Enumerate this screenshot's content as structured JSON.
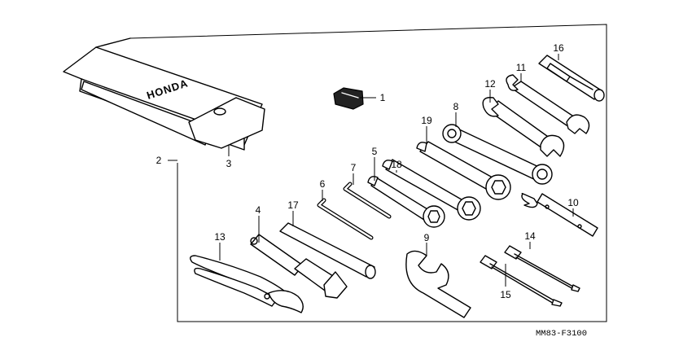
{
  "brand_text": "HONDA",
  "drawing_code": "MM83-F3100",
  "callouts": {
    "p1": "1",
    "p2": "2",
    "p3": "3",
    "p4": "4",
    "p5": "5",
    "p6": "6",
    "p7": "7",
    "p8": "8",
    "p9": "9",
    "p10": "10",
    "p11": "11",
    "p12": "12",
    "p13": "13",
    "p14": "14",
    "p15": "15",
    "p16": "16",
    "p17": "17",
    "p18": "18",
    "p19": "19"
  }
}
